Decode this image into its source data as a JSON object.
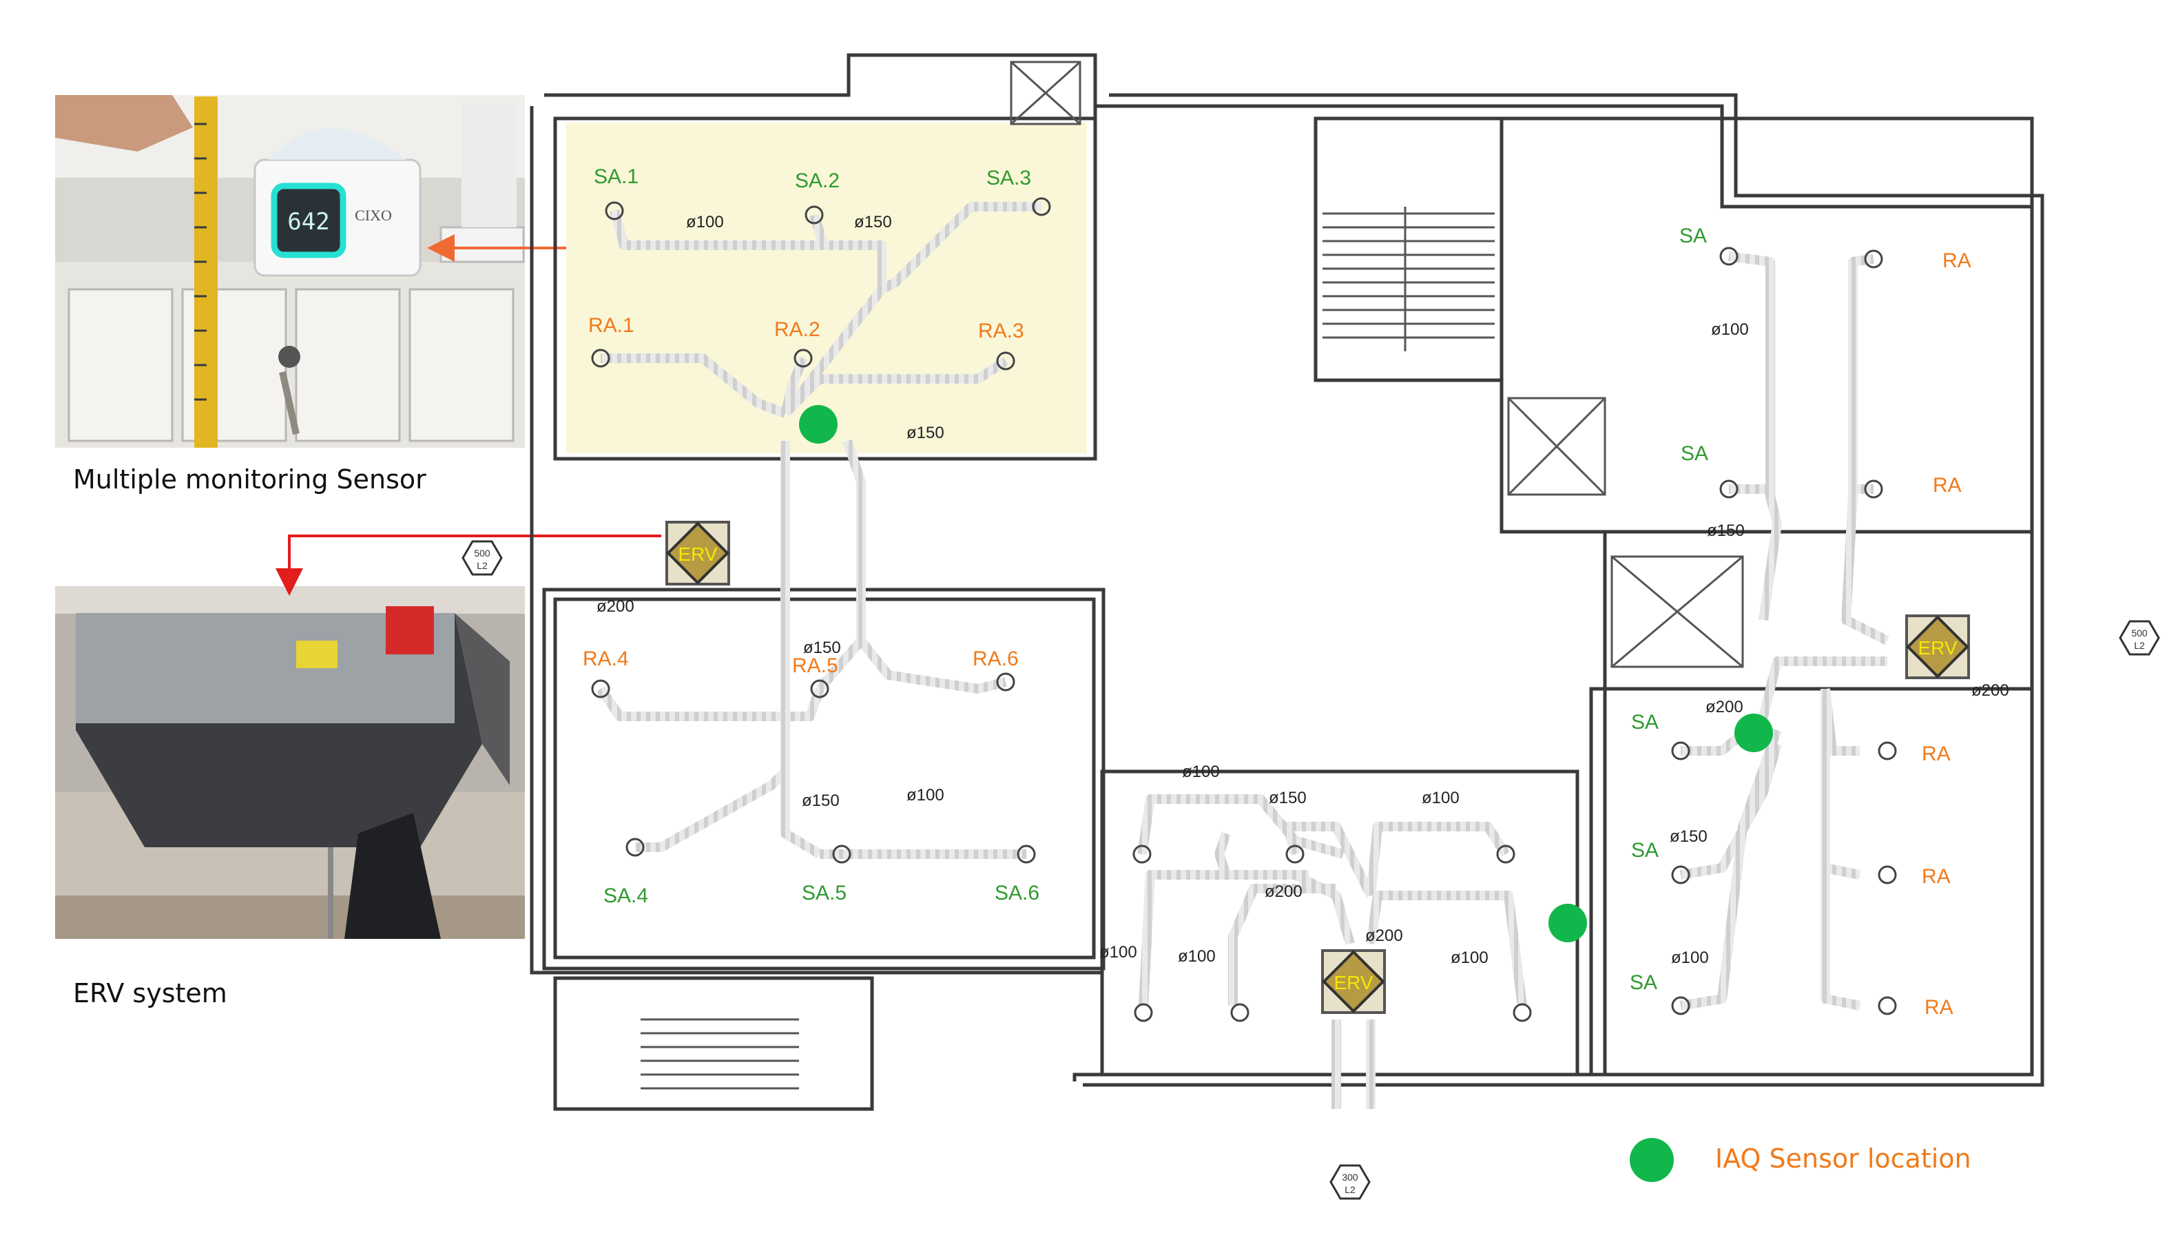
{
  "colors": {
    "supply": "#2f9a2f",
    "return": "#f07a1a",
    "sensor": "#11b74a",
    "erv_fill": "#b79a44",
    "erv_text": "#f5e800",
    "pointer_orange": "#f06a32",
    "pointer_red": "#e31c1c",
    "highlight_room": "#f9f7d8"
  },
  "photos": {
    "sensor": {
      "caption": "Multiple monitoring Sensor",
      "display_reading": "642",
      "brand": "CIXO"
    },
    "erv": {
      "caption": "ERV system"
    }
  },
  "legend": {
    "label": "IAQ Sensor location",
    "marker_icon": "green-dot"
  },
  "erv_units": [
    {
      "id": "erv-north",
      "label": "ERV"
    },
    {
      "id": "erv-east",
      "label": "ERV"
    },
    {
      "id": "erv-south",
      "label": "ERV"
    }
  ],
  "north_room": {
    "supply": [
      "SA.1",
      "SA.2",
      "SA.3"
    ],
    "return": [
      "RA.1",
      "RA.2",
      "RA.3"
    ],
    "ducts": [
      "ø100",
      "ø150",
      "ø150"
    ]
  },
  "south_room": {
    "supply": [
      "SA.4",
      "SA.5",
      "SA.6"
    ],
    "return": [
      "RA.4",
      "RA.5",
      "RA.6"
    ],
    "ducts": [
      "ø150",
      "ø150",
      "ø100",
      "ø200"
    ]
  },
  "east_room": {
    "supply": [
      "SA",
      "SA",
      "SA",
      "SA",
      "SA"
    ],
    "return": [
      "RA",
      "RA",
      "RA",
      "RA",
      "RA"
    ],
    "ducts": [
      "ø100",
      "ø150",
      "ø200",
      "ø150",
      "ø100",
      "ø200"
    ]
  },
  "center_room": {
    "ducts": [
      "ø100",
      "ø150",
      "ø100",
      "ø200",
      "ø100",
      "ø100",
      "ø100",
      "ø200"
    ]
  },
  "annotations": {
    "hex_tags": [
      "500",
      "500",
      "300"
    ],
    "hex_sub": "L2"
  }
}
